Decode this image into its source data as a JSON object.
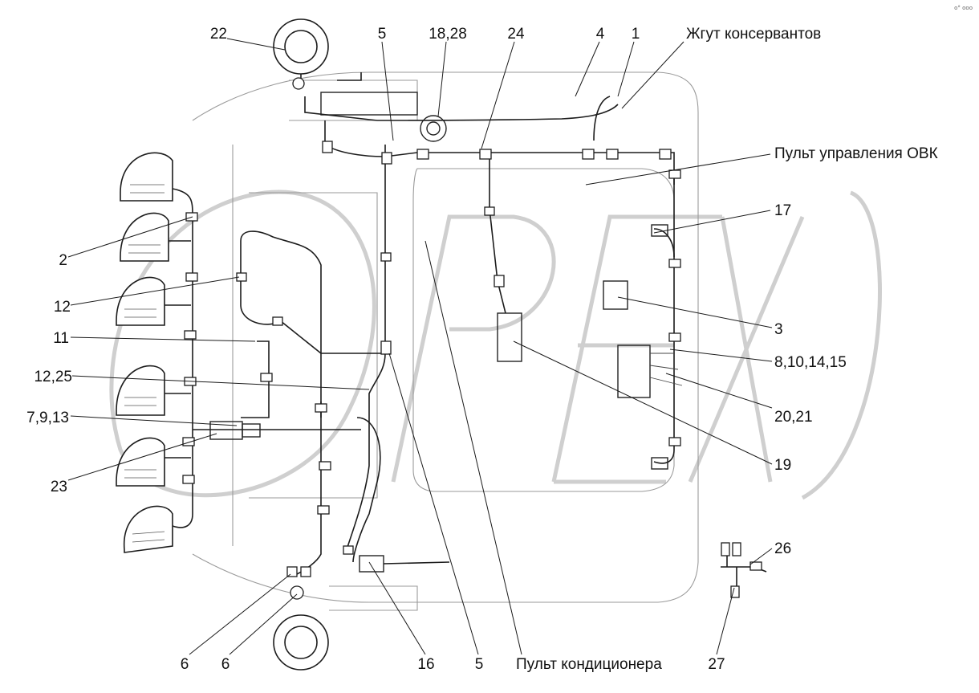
{
  "diagram": {
    "corner_mark": "o° ooo",
    "watermark": "OPEX",
    "callouts": [
      {
        "id": "c22",
        "text": "22"
      },
      {
        "id": "c5t",
        "text": "5"
      },
      {
        "id": "c1828",
        "text": "18,28"
      },
      {
        "id": "c24",
        "text": "24"
      },
      {
        "id": "c4",
        "text": "4"
      },
      {
        "id": "c1",
        "text": "1"
      },
      {
        "id": "c-zhgut",
        "text": "Жгут консервантов"
      },
      {
        "id": "c-ovk",
        "text": "Пульт управления ОВК"
      },
      {
        "id": "c17",
        "text": "17"
      },
      {
        "id": "c2",
        "text": "2"
      },
      {
        "id": "c12",
        "text": "12"
      },
      {
        "id": "c11",
        "text": "11"
      },
      {
        "id": "c3",
        "text": "3"
      },
      {
        "id": "c8",
        "text": "8,10,14,15"
      },
      {
        "id": "c1225",
        "text": "12,25"
      },
      {
        "id": "c2021",
        "text": "20,21"
      },
      {
        "id": "c7913",
        "text": "7,9,13"
      },
      {
        "id": "c19",
        "text": "19"
      },
      {
        "id": "c23",
        "text": "23"
      },
      {
        "id": "c26",
        "text": "26"
      },
      {
        "id": "c6a",
        "text": "6"
      },
      {
        "id": "c6b",
        "text": "6"
      },
      {
        "id": "c16",
        "text": "16"
      },
      {
        "id": "c5b",
        "text": "5"
      },
      {
        "id": "c-kond",
        "text": "Пульт кондиционера"
      },
      {
        "id": "c27",
        "text": "27"
      }
    ]
  }
}
